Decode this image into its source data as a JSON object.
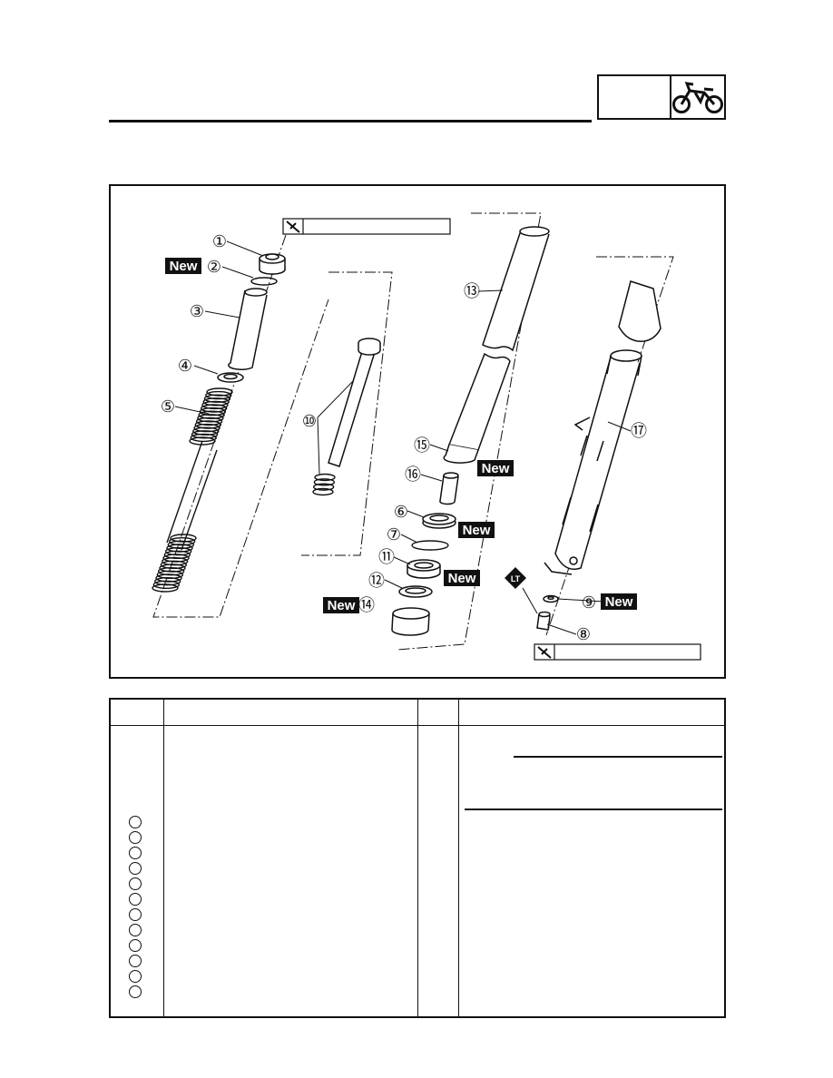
{
  "header": {
    "chapter_icon": "motorcycle-icon"
  },
  "diagram": {
    "callouts": [
      "①",
      "②",
      "③",
      "④",
      "⑤",
      "⑥",
      "⑦",
      "⑧",
      "⑨",
      "⑩",
      "⑪",
      "⑫",
      "⑬",
      "⑭",
      "⑮",
      "⑯",
      "⑰"
    ],
    "new_label": "New",
    "lt_label": "LT",
    "torque_icon": "wrench-torque-icon"
  },
  "table": {
    "row_count": 12
  }
}
